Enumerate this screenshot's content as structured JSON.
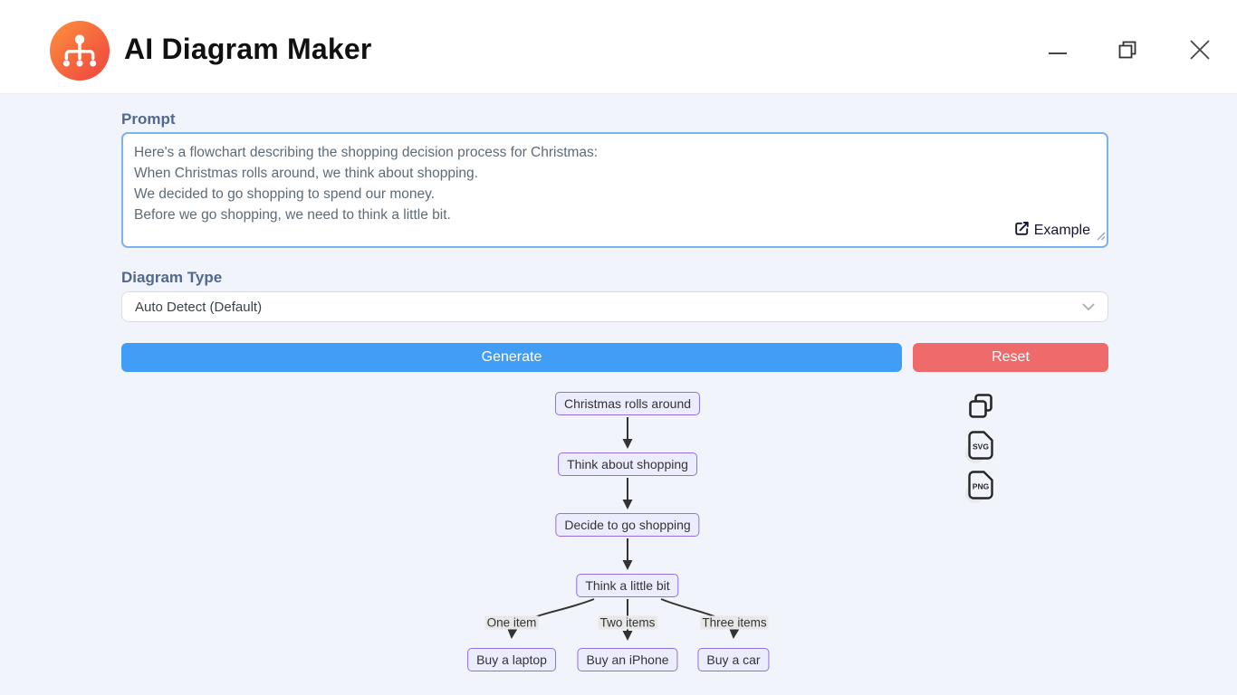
{
  "header": {
    "title": "AI Diagram Maker",
    "logo_icon": "sitemap-icon"
  },
  "window_controls": {
    "minimize_icon": "minimize",
    "restore_icon": "restore",
    "close_icon": "close"
  },
  "prompt": {
    "label": "Prompt",
    "value": "Here's a flowchart describing the shopping decision process for Christmas:\nWhen Christmas rolls around, we think about shopping.\nWe decided to go shopping to spend our money.\nBefore we go shopping, we need to think a little bit.",
    "example_label": "Example"
  },
  "diagram_type": {
    "label": "Diagram Type",
    "selected_option": "Auto Detect (Default)"
  },
  "actions": {
    "generate": "Generate",
    "reset": "Reset"
  },
  "export_toolbar": {
    "copy_icon": "copy",
    "svg_badge": "SVG",
    "png_badge": "PNG"
  },
  "diagram": {
    "type": "flowchart",
    "direction": "top-down",
    "nodes": [
      "Christmas rolls around",
      "Think about shopping",
      "Decide to go shopping",
      "Think a little bit",
      "Buy a laptop",
      "Buy an iPhone",
      "Buy a car"
    ],
    "edges": [
      {
        "from": "Christmas rolls around",
        "to": "Think about shopping",
        "label": ""
      },
      {
        "from": "Think about shopping",
        "to": "Decide to go shopping",
        "label": ""
      },
      {
        "from": "Decide to go shopping",
        "to": "Think a little bit",
        "label": ""
      },
      {
        "from": "Think a little bit",
        "to": "Buy a laptop",
        "label": "One item"
      },
      {
        "from": "Think a little bit",
        "to": "Buy an iPhone",
        "label": "Two items"
      },
      {
        "from": "Think a little bit",
        "to": "Buy a car",
        "label": "Three items"
      }
    ]
  },
  "colors": {
    "accent_blue": "#419df5",
    "reset_red": "#ef6b6b",
    "node_fill": "#ECECFF",
    "node_border": "#9370DB",
    "textarea_border": "#7ab4ea",
    "label_text": "#52688f",
    "page_background": "#f1f4fb",
    "header_background": "#ffffff",
    "logo_gradient_start": "#fb923c",
    "logo_gradient_end": "#ef4444"
  }
}
